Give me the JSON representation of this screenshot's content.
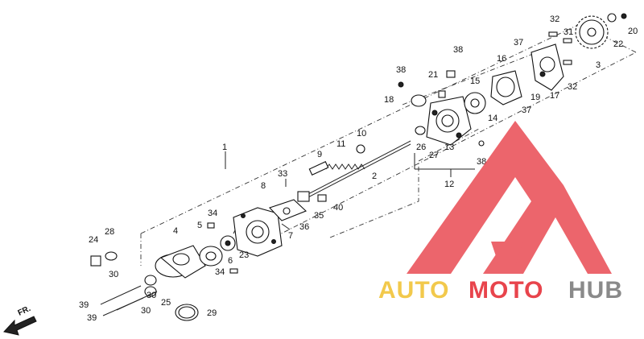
{
  "diagram": {
    "labels": [
      {
        "id": "l1",
        "text": "1"
      },
      {
        "id": "l2",
        "text": "2"
      },
      {
        "id": "l3",
        "text": "3"
      },
      {
        "id": "l4",
        "text": "4"
      },
      {
        "id": "l5",
        "text": "5"
      },
      {
        "id": "l6",
        "text": "6"
      },
      {
        "id": "l7",
        "text": "7"
      },
      {
        "id": "l8",
        "text": "8"
      },
      {
        "id": "l9",
        "text": "9"
      },
      {
        "id": "l10",
        "text": "10"
      },
      {
        "id": "l11",
        "text": "11"
      },
      {
        "id": "l12",
        "text": "12"
      },
      {
        "id": "l13",
        "text": "13"
      },
      {
        "id": "l14",
        "text": "14"
      },
      {
        "id": "l15",
        "text": "15"
      },
      {
        "id": "l16",
        "text": "16"
      },
      {
        "id": "l17",
        "text": "17"
      },
      {
        "id": "l18",
        "text": "18"
      },
      {
        "id": "l19",
        "text": "19"
      },
      {
        "id": "l20",
        "text": "20"
      },
      {
        "id": "l21",
        "text": "21"
      },
      {
        "id": "l22",
        "text": "22"
      },
      {
        "id": "l23",
        "text": "23"
      },
      {
        "id": "l24",
        "text": "24"
      },
      {
        "id": "l25",
        "text": "25"
      },
      {
        "id": "l26",
        "text": "26"
      },
      {
        "id": "l27",
        "text": "27"
      },
      {
        "id": "l28",
        "text": "28"
      },
      {
        "id": "l29",
        "text": "29"
      },
      {
        "id": "l30a",
        "text": "30"
      },
      {
        "id": "l30b",
        "text": "30"
      },
      {
        "id": "l30c",
        "text": "30"
      },
      {
        "id": "l31",
        "text": "31"
      },
      {
        "id": "l32a",
        "text": "32"
      },
      {
        "id": "l32b",
        "text": "32"
      },
      {
        "id": "l33",
        "text": "33"
      },
      {
        "id": "l34a",
        "text": "34"
      },
      {
        "id": "l34b",
        "text": "34"
      },
      {
        "id": "l35",
        "text": "35"
      },
      {
        "id": "l36",
        "text": "36"
      },
      {
        "id": "l37a",
        "text": "37"
      },
      {
        "id": "l37b",
        "text": "37"
      },
      {
        "id": "l38a",
        "text": "38"
      },
      {
        "id": "l38b",
        "text": "38"
      },
      {
        "id": "l38c",
        "text": "38"
      },
      {
        "id": "l39a",
        "text": "39"
      },
      {
        "id": "l39b",
        "text": "39"
      },
      {
        "id": "l40",
        "text": "40"
      }
    ],
    "front_label": "FR."
  },
  "watermark": {
    "part1": "AUTO",
    "part2": "MOTO",
    "part3": "HUB",
    "colors": {
      "red": "#e8444c",
      "yellow": "#f2c94c",
      "gray": "#8a8a8a"
    }
  }
}
